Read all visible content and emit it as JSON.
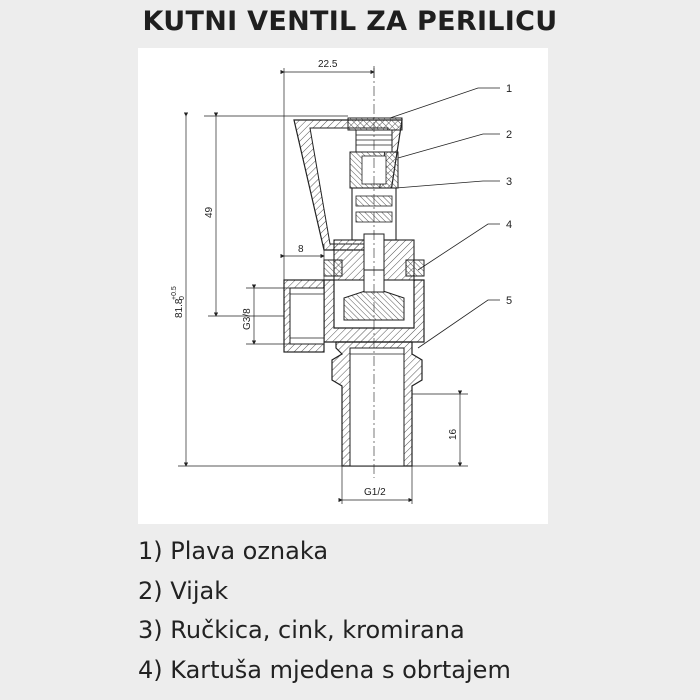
{
  "title": "KUTNI VENTIL ZA PERILICU",
  "dimensions": {
    "top_width": "22.5",
    "upper_height": "49",
    "total_height_main": "81.8",
    "total_height_sup": "+0.5",
    "total_height_sub": "0",
    "side_offset": "8",
    "side_thread": "G3/8",
    "bottom_height": "16",
    "bottom_thread": "G1/2"
  },
  "callouts": [
    "1",
    "2",
    "3",
    "4",
    "5"
  ],
  "legend": [
    "1) Plava oznaka",
    "2) Vijak",
    "3) Ručkica, cink, kromirana",
    "4) Kartuša mjedena s obrtajem"
  ],
  "colors": {
    "background": "#ededed",
    "panel": "#ffffff",
    "line": "#222222"
  }
}
